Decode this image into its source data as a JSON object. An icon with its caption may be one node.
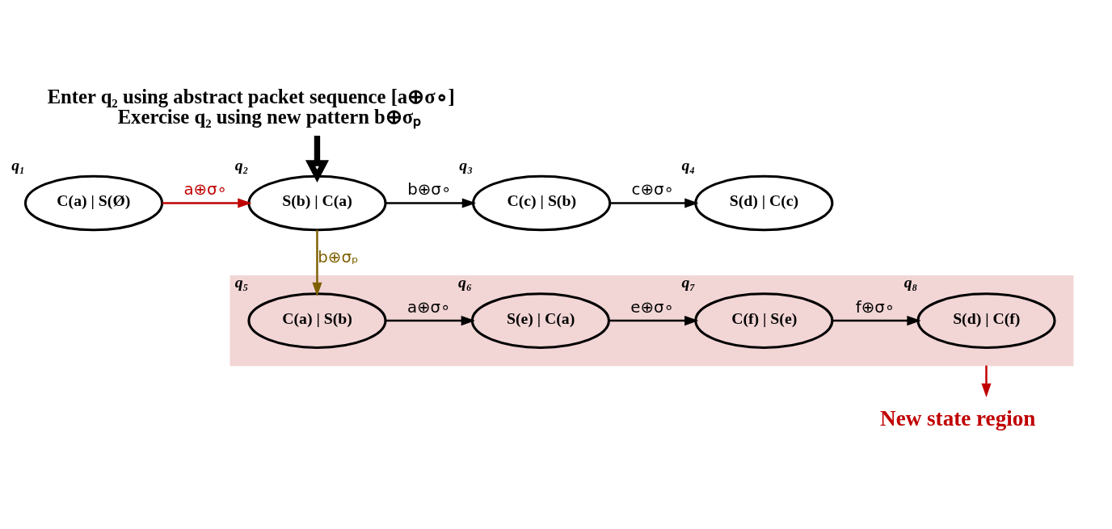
{
  "diagram": {
    "nodes": [
      {
        "text": [
          "Enter q₂ using abstract packet sequence [a⊕σ∘]",
          "Exercise q₂ using new pattern b⊕σₚ"
        ]
      },
      {
        "text": [
          "C(a) | S(Ø)"
        ],
        "beside": [
          "q₁"
        ]
      },
      {
        "text": [
          "S(b) | C(a)"
        ],
        "beside": [
          "q₂"
        ]
      },
      {
        "text": [
          "C(c) | S(b)"
        ],
        "beside": [
          "q₃"
        ]
      },
      {
        "text": [
          "S(d) | C(c)"
        ],
        "beside": [
          "q₄"
        ]
      },
      {
        "text": [],
        "shape": "box"
      },
      {
        "text": [
          "C(a) | S(b)"
        ],
        "beside": [
          "q₅"
        ],
        "in": 5
      },
      {
        "text": [
          "S(e) | C(a)"
        ],
        "beside": [
          "q₆"
        ],
        "in": 5
      },
      {
        "text": [
          "C(f) | S(e)"
        ],
        "beside": [
          "q₇"
        ],
        "in": 5
      },
      {
        "text": [
          "S(d) | C(f)"
        ],
        "beside": [
          "q₈"
        ],
        "in": 5
      },
      {
        "text": [
          "New state region"
        ]
      }
    ],
    "edges": [
      {
        "from": 1,
        "to": 2,
        "arrow": "to",
        "label": "a⊕σ∘",
        "color": "#c00000"
      },
      {
        "from": 2,
        "to": 3,
        "arrow": "to",
        "label": "b⊕σ∘"
      },
      {
        "from": 3,
        "to": 4,
        "arrow": "to",
        "label": "c⊕σ∘"
      },
      {
        "from": 2,
        "to": 6,
        "arrow": "to",
        "label": "b⊕σₚ",
        "color": "#7f6000"
      },
      {
        "from": 6,
        "to": 7,
        "arrow": "to",
        "label": "a⊕σ∘"
      },
      {
        "from": 7,
        "to": 8,
        "arrow": "to",
        "label": "e⊕σ∘"
      },
      {
        "from": 8,
        "to": 9,
        "arrow": "to",
        "label": "f⊕σ∘"
      },
      {
        "from": 0,
        "to": 2,
        "arrow": "to",
        "style": "thick"
      },
      {
        "from": 5,
        "to": 10,
        "arrow": "to",
        "color": "#c00000"
      }
    ]
  }
}
